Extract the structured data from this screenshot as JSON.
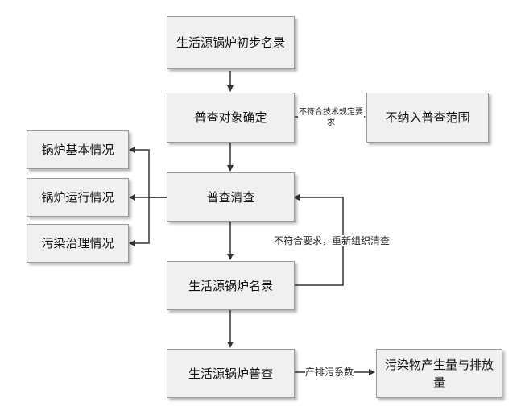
{
  "nodes": {
    "initial_list": "生活源锅炉初步名录",
    "determine_targets": "普查对象确定",
    "excluded_scope": "不纳入普查范围",
    "survey_clean": "普查清查",
    "boiler_basic": "锅炉基本情况",
    "boiler_operation": "锅炉运行情况",
    "pollution_control": "污染治理情况",
    "boiler_list": "生活源锅炉名录",
    "boiler_survey": "生活源锅炉普查",
    "emissions": "污染物产生量与排放量"
  },
  "edges": {
    "not_meet_tech": "不符合技术规定要求",
    "not_meet_reorganize": "不符合要求，重新组织清查",
    "emission_factor": "产排污系数"
  },
  "colors": {
    "box_fill": "#f0f0f0",
    "box_border": "#9a9a9a",
    "line": "#333333"
  }
}
